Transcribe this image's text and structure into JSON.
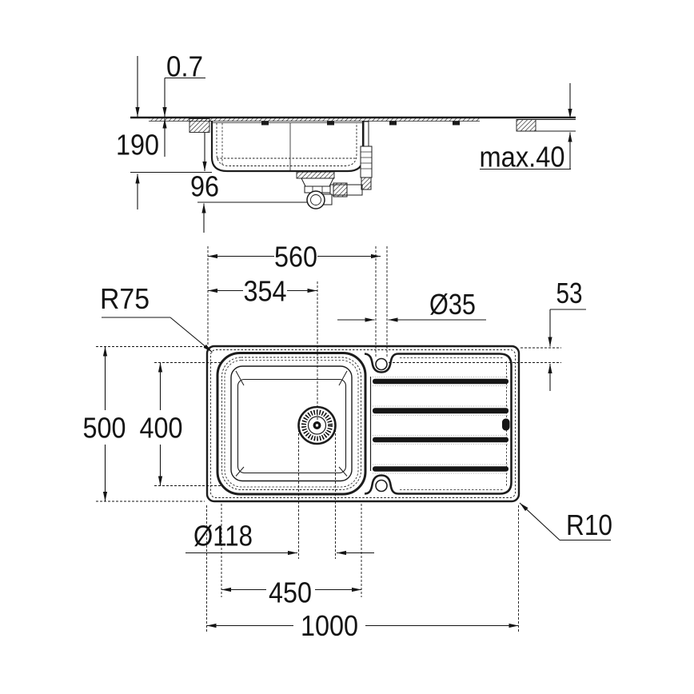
{
  "drawing": {
    "elevation": {
      "rim_above_counter": "0.7",
      "bowl_depth": "190",
      "clearance_below_bowl": "96",
      "max_counter_thickness": "max.40"
    },
    "plan": {
      "tap_center_from_left": "560",
      "drain_center_from_left": "354",
      "bowl_corner_radius": "R75",
      "tap_hole_diameter": "Ø35",
      "tap_center_from_edge": "53",
      "overall_depth": "500",
      "bowl_front_to_back": "400",
      "drain_hole_diameter": "Ø118",
      "bowl_left_to_right": "450",
      "overall_width": "1000",
      "outer_corner_radius": "R10"
    }
  }
}
